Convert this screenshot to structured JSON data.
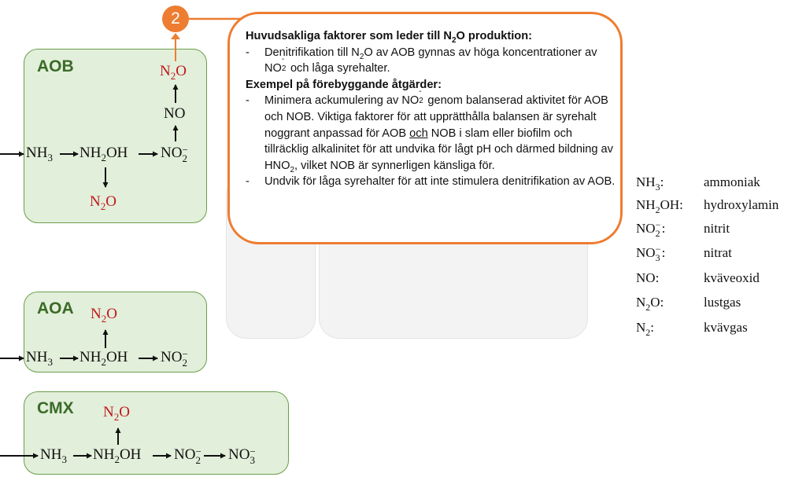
{
  "badge": {
    "number": "2",
    "color": "#ed7d31"
  },
  "colors": {
    "organism_fill": "#e2efda",
    "organism_border": "#6b9e4c",
    "organism_label": "#3a6b28",
    "n2o_red": "#c0161c",
    "callout_border": "#ed7d31"
  },
  "organisms": {
    "aob": {
      "label": "AOB",
      "nh3": {
        "base": "NH",
        "sub": "3"
      },
      "nh2oh": {
        "a": "NH",
        "sub": "2",
        "b": "OH"
      },
      "no2": {
        "base": "NO",
        "sup": "−",
        "sub": "2"
      },
      "no": "NO",
      "n2o_top": {
        "a": "N",
        "sub": "2",
        "b": "O"
      },
      "n2o_bottom": {
        "a": "N",
        "sub": "2",
        "b": "O"
      }
    },
    "aoa": {
      "label": "AOA",
      "nh3": {
        "base": "NH",
        "sub": "3"
      },
      "nh2oh": {
        "a": "NH",
        "sub": "2",
        "b": "OH"
      },
      "no2": {
        "base": "NO",
        "sup": "−",
        "sub": "2"
      },
      "n2o": {
        "a": "N",
        "sub": "2",
        "b": "O"
      }
    },
    "cmx": {
      "label": "CMX",
      "nh3": {
        "base": "NH",
        "sub": "3"
      },
      "nh2oh": {
        "a": "NH",
        "sub": "2",
        "b": "OH"
      },
      "no2": {
        "base": "NO",
        "sup": "−",
        "sub": "2"
      },
      "no3": {
        "base": "NO",
        "sup": "−",
        "sub": "3"
      },
      "n2o": {
        "a": "N",
        "sub": "2",
        "b": "O"
      }
    }
  },
  "callout": {
    "heading1": {
      "a": "Huvudsakliga faktorer som leder till N",
      "sub": "2",
      "b": "O produktion:"
    },
    "bullet1": {
      "a": "Denitrifikation till N",
      "sub": "2",
      "b": "O av AOB gynnas av höga koncentrationer av NO",
      "sub2": "2",
      "sup2": "-",
      "c": " och låga syrehalter."
    },
    "heading2": "Exempel på förebyggande åtgärder:",
    "bullet2": {
      "a": "Minimera ackumulering av NO",
      "sub": "2",
      "sup": "-",
      "b": " genom balanserad aktivitet för AOB och NOB. Viktiga faktorer för att upprätthålla balansen är syrehalt noggrant anpassad för AOB ",
      "u": "och",
      "c": " NOB i slam eller biofilm och tillräcklig alkalinitet för att undvika för lågt pH och därmed bildning av HNO",
      "sub3": "2",
      "d": ", vilket NOB är synnerligen känsliga för."
    },
    "bullet3": "Undvik för låga syrehalter för att inte stimulera denitrifikation av AOB.",
    "dash": "-"
  },
  "legend": [
    {
      "f": "NH",
      "sub": "3",
      "suffix": ":",
      "name": "ammoniak"
    },
    {
      "f": "NH",
      "sub": "2",
      "f2": "OH",
      "suffix": ":",
      "name": "hydroxylamin"
    },
    {
      "f": "NO",
      "sub": "2",
      "sup": "−",
      "suffix": ":",
      "name": "nitrit"
    },
    {
      "f": "NO",
      "sub": "3",
      "sup": "−",
      "suffix": ":",
      "name": "nitrat"
    },
    {
      "f": "NO",
      "suffix": ":",
      "name": "kväveoxid"
    },
    {
      "f": "N",
      "sub": "2",
      "f2": "O",
      "suffix": ":",
      "name": "lustgas",
      "highlight": true
    },
    {
      "f": "N",
      "sub": "2",
      "suffix": ":",
      "name": "kvävgas"
    }
  ]
}
